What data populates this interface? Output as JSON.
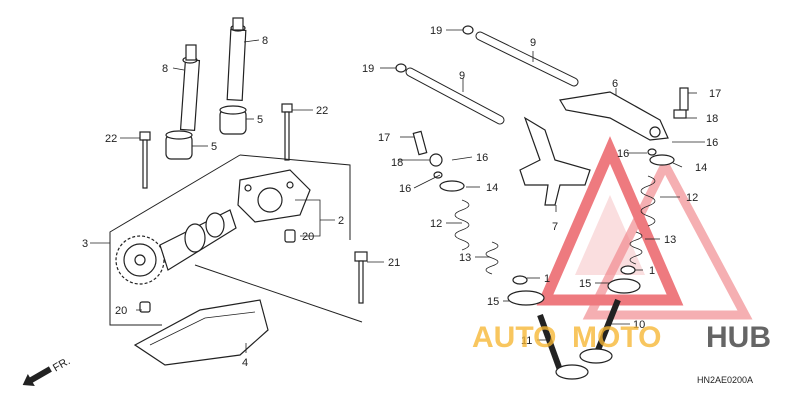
{
  "diagram": {
    "drawing_code": "HN2AE0200A",
    "front_label": "FR.",
    "callouts": {
      "c8a": "8",
      "c8b": "8",
      "c5a": "5",
      "c5b": "5",
      "c22a": "22",
      "c22b": "22",
      "c2": "2",
      "c20a": "20",
      "c3": "3",
      "c20b": "20",
      "c21": "21",
      "c4": "4",
      "c19a": "19",
      "c9a": "9",
      "c19b": "19",
      "c9b": "9",
      "c6": "6",
      "c17a": "17",
      "c18a": "18",
      "c16a": "16",
      "c17b": "17",
      "c18b": "18",
      "c16b": "16",
      "c16c": "16",
      "c14a": "14",
      "c16d": "16",
      "c14b": "14",
      "c12a": "12",
      "c12b": "12",
      "c7": "7",
      "c13a": "13",
      "c13b": "13",
      "c1a": "1",
      "c1b": "1",
      "c15a": "15",
      "c15b": "15",
      "c10": "10",
      "c11": "11"
    }
  },
  "watermark": {
    "brand_left": "AUTO",
    "brand_mid": "MOTO",
    "brand_right": "HUB",
    "colors": {
      "triangle": "#e8434a",
      "accent": "#f7b733",
      "dark": "#3a3a3a"
    }
  }
}
